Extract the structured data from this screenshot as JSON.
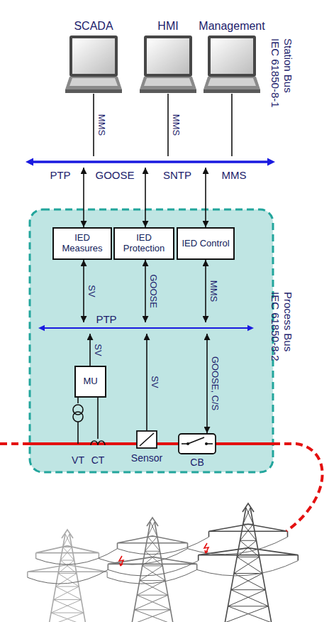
{
  "diagram": {
    "nodes": [
      {
        "text": [
          "SCADA"
        ]
      },
      {
        "text": [
          "HMI"
        ]
      },
      {
        "text": [
          "Management"
        ]
      },
      {
        "text": [
          "Station Bus IEC 61850-8-1"
        ]
      },
      {
        "text": [
          "IED Measures"
        ]
      },
      {
        "text": [
          "IED Protection"
        ]
      },
      {
        "text": [
          "IED Control"
        ]
      },
      {
        "text": [
          "Process Bus IEC 61850-8-2"
        ]
      },
      {
        "text": [
          "MU"
        ]
      },
      {
        "text": [
          "VT"
        ]
      },
      {
        "text": [
          "CT"
        ]
      },
      {
        "text": [
          "Sensor"
        ]
      },
      {
        "text": [
          "CB"
        ]
      }
    ],
    "edges": [
      {
        "from": 0,
        "to": 3,
        "label": "MMS",
        "arrow": "none"
      },
      {
        "from": 1,
        "to": 3,
        "label": "MMS",
        "arrow": "none"
      },
      {
        "from": 2,
        "to": 3,
        "arrow": "none"
      },
      {
        "from": 3,
        "to": 4,
        "arrow": "both"
      },
      {
        "from": 3,
        "to": 5,
        "arrow": "both"
      },
      {
        "from": 3,
        "to": 6,
        "arrow": "both"
      },
      {
        "from": 4,
        "to": 7,
        "label": "SV",
        "arrow": "both"
      },
      {
        "from": 5,
        "to": 7,
        "label": "GOOSE",
        "arrow": "both"
      },
      {
        "from": 6,
        "to": 7,
        "label": "MMS",
        "arrow": "both"
      },
      {
        "from": 8,
        "to": 7,
        "label": "SV",
        "arrow": "to"
      },
      {
        "from": 9,
        "to": 8,
        "arrow": "none"
      },
      {
        "from": 10,
        "to": 8,
        "arrow": "none"
      },
      {
        "from": 11,
        "to": 7,
        "label": "SV",
        "arrow": "to"
      },
      {
        "from": 12,
        "to": 7,
        "label": "GOOSE, C/S",
        "arrow": "both"
      }
    ],
    "labels": [
      "PTP",
      "GOOSE",
      "SNTP",
      "MMS",
      "PTP"
    ]
  }
}
